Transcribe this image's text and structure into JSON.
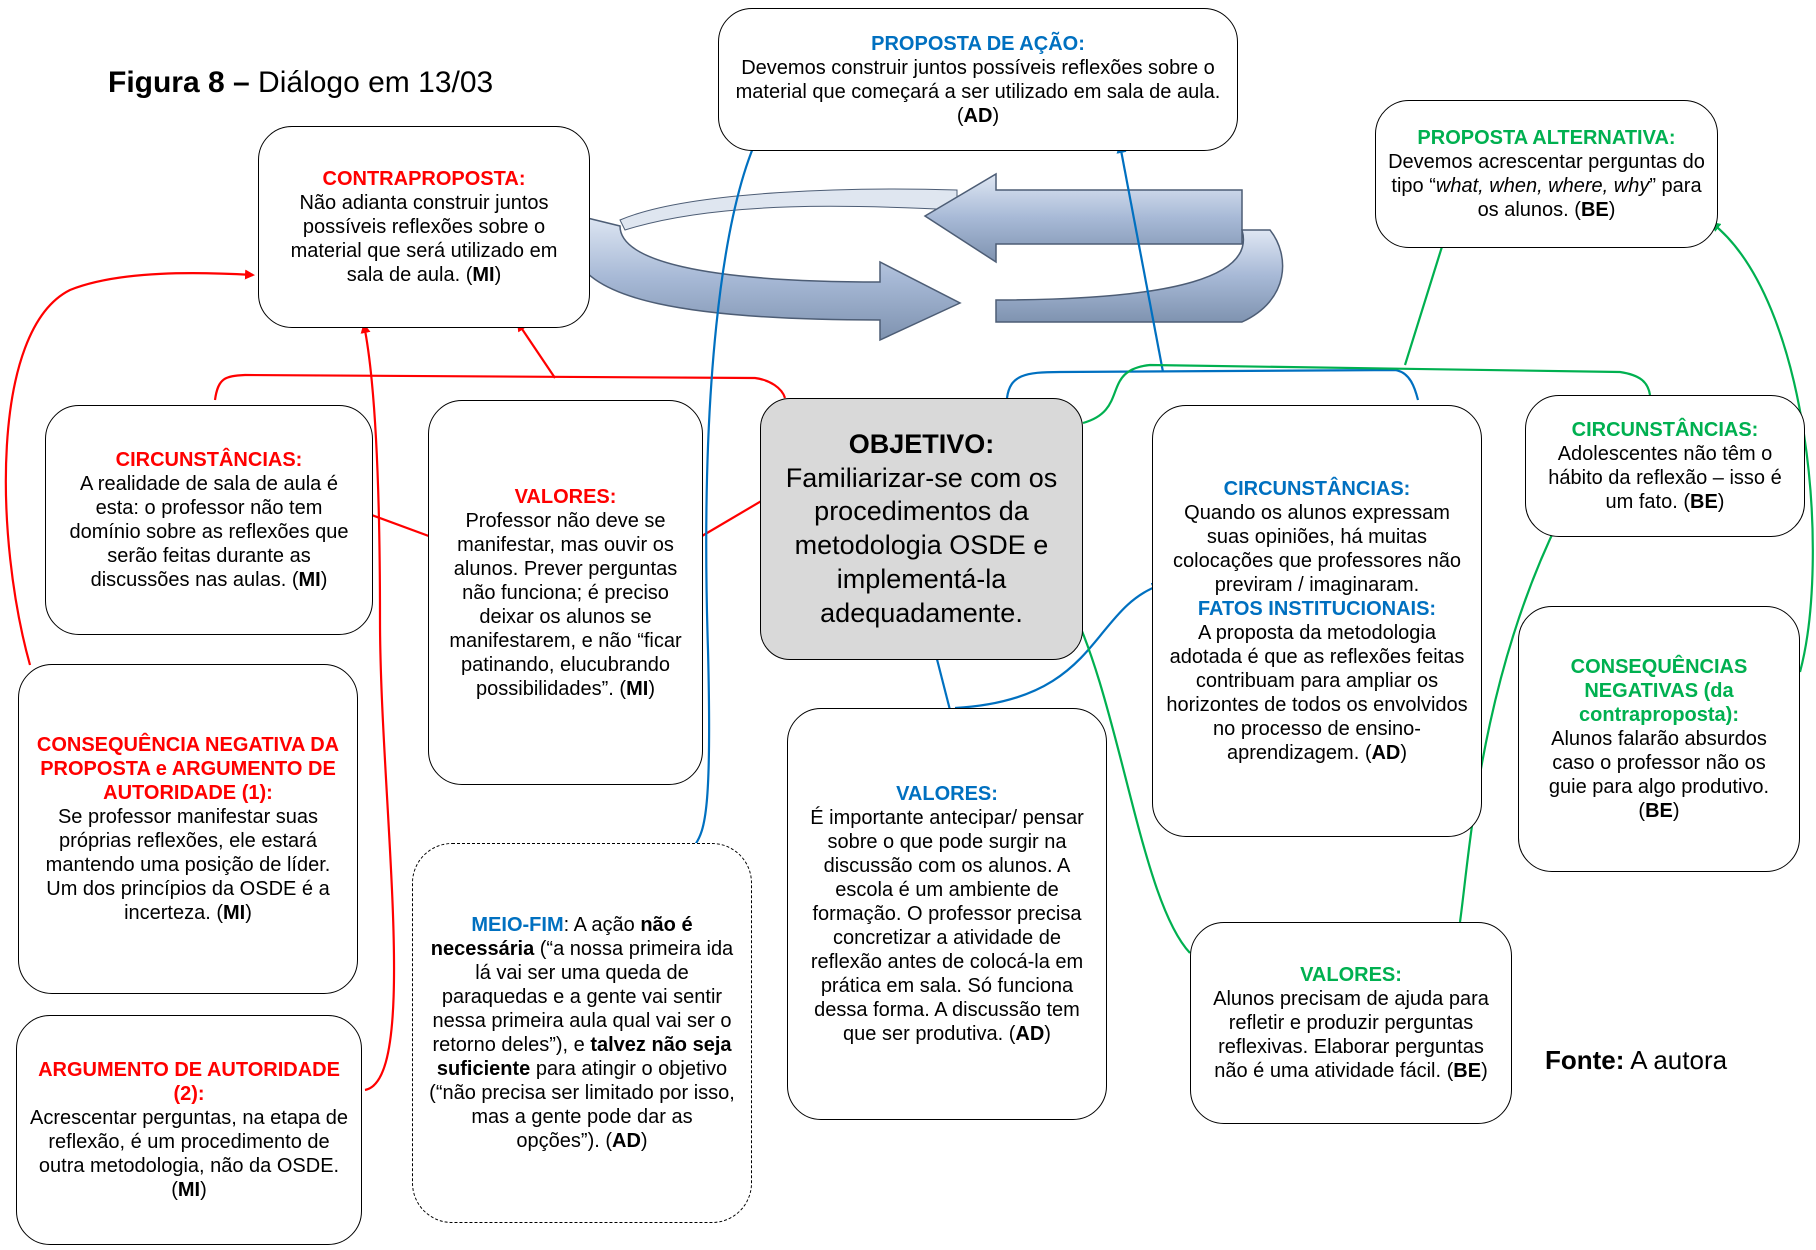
{
  "figure": {
    "label": "Figura 8 –",
    "caption": " Diálogo em 13/03"
  },
  "source": {
    "label": "Fonte:",
    "text": " A autora"
  },
  "colors": {
    "red": "#ff0000",
    "blue": "#0070c0",
    "green": "#00b050",
    "objective_fill": "#d9d9d9",
    "cycle_arrow": "#a7b9d6"
  },
  "nodes": {
    "proposta_acao": {
      "heading": "PROPOSTA DE AÇÃO:",
      "pre": "Devemos construir juntos possíveis reflexões sobre o material que começará a ser utilizado em sala de aula. (",
      "tag": "AD",
      "post": ")"
    },
    "contraproposta": {
      "heading": "CONTRAPROPOSTA:",
      "pre": "Não adianta construir juntos possíveis reflexões sobre o material que será utilizado em sala de aula. (",
      "tag": "MI",
      "post": ")"
    },
    "proposta_alternativa": {
      "heading": "PROPOSTA ALTERNATIVA:",
      "pre": "Devemos acrescentar perguntas do tipo “",
      "italic": "what, when, where, why",
      "mid": "” para os alunos. (",
      "tag": "BE",
      "post": ")"
    },
    "circ_mi": {
      "heading": "CIRCUNSTÂNCIAS:",
      "pre": "A realidade de sala de aula é esta: o professor não tem domínio sobre as reflexões que serão feitas durante as discussões nas aulas. (",
      "tag": "MI",
      "post": ")"
    },
    "valores_mi": {
      "heading": "VALORES:",
      "pre": "Professor não deve se manifestar, mas ouvir os alunos. Prever perguntas não funciona; é preciso deixar os alunos se manifestarem, e não “ficar patinando, elucubrando possibilidades”. (",
      "tag": "MI",
      "post": ")"
    },
    "objetivo": {
      "heading": "OBJETIVO:",
      "text": "Familiarizar-se com os procedimentos da metodologia OSDE e implementá-la adequadamente."
    },
    "circ_ad": {
      "heading": "CIRCUNSTÂNCIAS:",
      "text": "Quando os alunos expressam suas opiniões, há muitas colocações que professores não previram / imaginaram.",
      "heading2": "FATOS INSTITUCIONAIS:",
      "pre": "A proposta da metodologia adotada é que as reflexões feitas contribuam para ampliar os horizontes de todos os envolvidos no processo de ensino-aprendizagem. (",
      "tag": "AD",
      "post": ")"
    },
    "circ_be": {
      "heading": "CIRCUNSTÂNCIAS:",
      "pre": "Adolescentes não têm o hábito da reflexão – isso é um fato. (",
      "tag": "BE",
      "post": ")"
    },
    "cons_neg_mi": {
      "heading": "CONSEQUÊNCIA NEGATIVA DA PROPOSTA e ARGUMENTO DE AUTORIDADE (1):",
      "pre": "Se professor manifestar suas próprias reflexões, ele estará mantendo uma posição de líder. Um dos princípios da OSDE é a incerteza. (",
      "tag": "MI",
      "post": ")"
    },
    "meio_fim": {
      "heading": "MEIO-FIM",
      "t1": ": A ação ",
      "b1": "não é necessária",
      "t2": " (“a nossa primeira ida lá vai ser uma queda de paraquedas e a gente vai sentir nessa primeira aula qual vai ser o retorno deles”), e ",
      "b2": "talvez não seja suficiente",
      "t3": " para atingir o objetivo (“não precisa ser limitado por isso, mas a gente pode dar as opções”). (",
      "tag": "AD",
      "post": ")"
    },
    "valores_ad": {
      "heading": "VALORES:",
      "pre": "É importante antecipar/ pensar sobre o que pode surgir na discussão com os alunos. A escola é um ambiente de formação. O professor precisa concretizar a atividade de reflexão antes de colocá-la em prática em sala. Só funciona dessa forma. A discussão tem que ser produtiva. (",
      "tag": "AD",
      "post": ")"
    },
    "cons_neg_be": {
      "heading": "CONSEQUÊNCIAS NEGATIVAS (da contraproposta):",
      "pre": "Alunos falarão absurdos caso o professor não os guie para algo produtivo. (",
      "tag": "BE",
      "post": ")"
    },
    "arg_aut_2": {
      "heading": "ARGUMENTO DE AUTORIDADE (2):",
      "pre": "Acrescentar perguntas, na etapa de reflexão, é um procedimento de outra metodologia, não da OSDE. (",
      "tag": "MI",
      "post": ")"
    },
    "valores_be": {
      "heading": "VALORES:",
      "pre": "Alunos precisam de ajuda para refletir e produzir perguntas reflexivas. Elaborar perguntas não é uma atividade fácil. (",
      "tag": "BE",
      "post": ")"
    }
  }
}
